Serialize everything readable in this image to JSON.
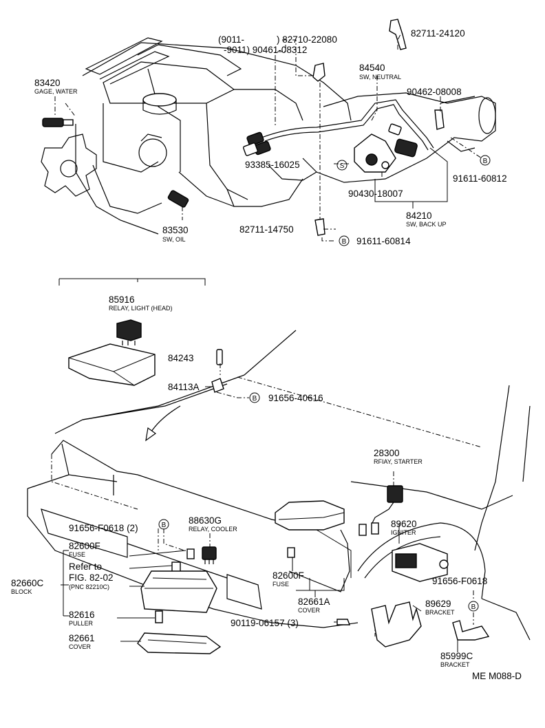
{
  "callouts": [
    {
      "id": "p1",
      "number": "(9011-",
      "desc": ""
    },
    {
      "id": "p2",
      "number": ") 82710-22080",
      "desc": ""
    },
    {
      "id": "p3",
      "number": "-9011) 90461-08312",
      "desc": ""
    },
    {
      "id": "p4",
      "number": "82711-24120",
      "desc": ""
    },
    {
      "id": "p5",
      "number": "84540",
      "desc": "SW, NEUTRAL"
    },
    {
      "id": "p6",
      "number": "83420",
      "desc": "GAGE, WATER"
    },
    {
      "id": "p7",
      "number": "90462-08008",
      "desc": ""
    },
    {
      "id": "p8",
      "number": "93385-16025",
      "desc": ""
    },
    {
      "id": "p9",
      "number": "91611-60812",
      "desc": ""
    },
    {
      "id": "p10",
      "number": "90430-18007",
      "desc": ""
    },
    {
      "id": "p11",
      "number": "84210",
      "desc": "SW, BACK UP"
    },
    {
      "id": "p12",
      "number": "83530",
      "desc": "SW, OIL"
    },
    {
      "id": "p13",
      "number": "82711-14750",
      "desc": ""
    },
    {
      "id": "p14",
      "number": "91611-60814",
      "desc": ""
    },
    {
      "id": "p15",
      "number": "85916",
      "desc": "RELAY, LIGHT (HEAD)"
    },
    {
      "id": "p16",
      "number": "84243",
      "desc": ""
    },
    {
      "id": "p17",
      "number": "84113A",
      "desc": ""
    },
    {
      "id": "p18",
      "number": "91656-40616",
      "desc": ""
    },
    {
      "id": "p19",
      "number": "28300",
      "desc": "RFIAY, STARTER"
    },
    {
      "id": "p20",
      "number": "91656-F0618 (2)",
      "desc": ""
    },
    {
      "id": "p21",
      "number": "88630G",
      "desc": "RELAY, COOLER"
    },
    {
      "id": "p22",
      "number": "89620",
      "desc": "IGNITER"
    },
    {
      "id": "p23",
      "number": "82600F",
      "desc": "FUSE"
    },
    {
      "id": "p24",
      "number": "82600F",
      "desc": "FUSE"
    },
    {
      "id": "p25",
      "number": "91656-F0618",
      "desc": ""
    },
    {
      "id": "p26",
      "number": "82660C",
      "desc": "BLOCK"
    },
    {
      "id": "p27",
      "number": "82661A",
      "desc": "COVER"
    },
    {
      "id": "p28",
      "number": "89629",
      "desc": "BRACKET"
    },
    {
      "id": "p29",
      "number": "82616",
      "desc": "PULLER"
    },
    {
      "id": "p30",
      "number": "90119-06157 (3)",
      "desc": ""
    },
    {
      "id": "p31",
      "number": "82661",
      "desc": "COVER"
    },
    {
      "id": "p32",
      "number": "85999C",
      "desc": "BRACKET"
    }
  ],
  "refer": {
    "line1": "Refer to",
    "line2": "FIG. 82-02",
    "line3": "(PNC 82210C)"
  },
  "symbols": {
    "bolt": "B",
    "screw": "S"
  },
  "diagram_code": "ME M088-D"
}
